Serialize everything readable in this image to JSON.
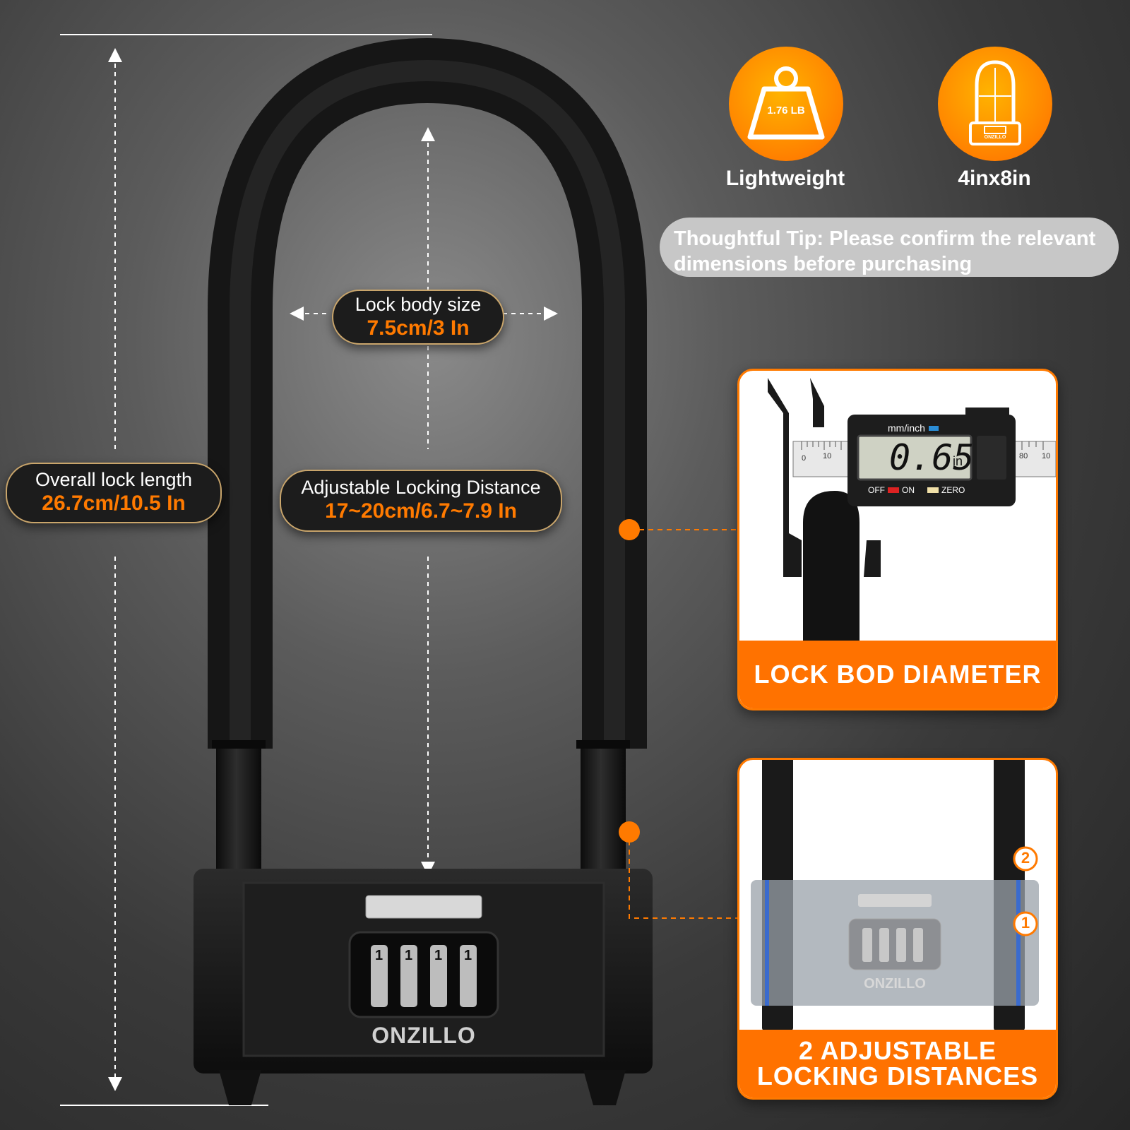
{
  "brand": "ONZILLO",
  "combination_digits": [
    "1",
    "1",
    "1",
    "1"
  ],
  "overall_length": {
    "label": "Overall lock length",
    "value": "26.7cm/10.5 In"
  },
  "body_size": {
    "label": "Lock body size",
    "value": "7.5cm/3 In"
  },
  "locking_distance": {
    "label": "Adjustable Locking Distance",
    "value": "17~20cm/6.7~7.9 In"
  },
  "features": [
    {
      "label": "Lightweight",
      "icon": "weight-icon",
      "icon_text": "1.76 LB"
    },
    {
      "label": "4inx8in",
      "icon": "u-lock-icon",
      "icon_text": "ONZILLO"
    }
  ],
  "tip": "Thoughtful Tip: Please confirm the relevant dimensions before purchasing",
  "caliper_card": {
    "banner": "LOCK BOD DIAMETER",
    "unit_label": "mm/inch",
    "reading": "0.65",
    "reading_unit": "in",
    "off": "OFF",
    "on": "ON",
    "zero": "ZERO",
    "scale_10": "10",
    "scale_0": "0",
    "scale_80": "80",
    "scale_100": "10"
  },
  "adjust_card": {
    "banner_line1": "2 ADJUSTABLE",
    "banner_line2": "LOCKING DISTANCES",
    "marker1": "1",
    "marker2": "2"
  },
  "colors": {
    "accent": "#ff7a00",
    "pill_bg": "#1c1c1c",
    "pill_border": "#c9a56b",
    "tip_bg": "#c7c7c7"
  }
}
